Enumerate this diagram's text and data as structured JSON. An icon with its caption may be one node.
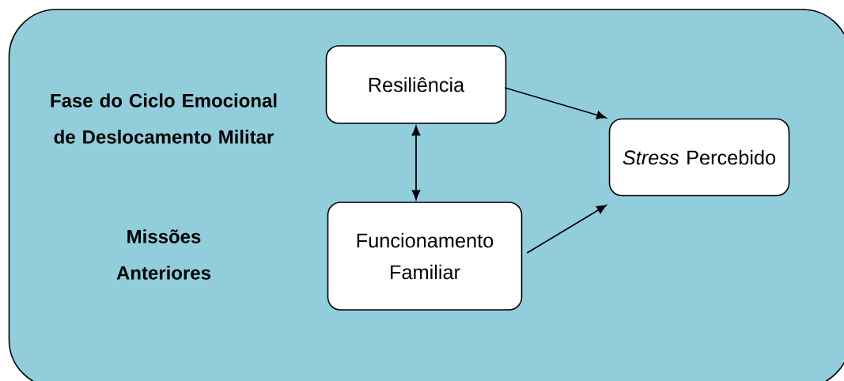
{
  "diagram": {
    "nodes": [
      {
        "text": [],
        "shape": "box"
      },
      {
        "text": [
          "Resiliência"
        ],
        "in": 0
      },
      {
        "text": [
          "*Stress* Percebido"
        ],
        "in": 0
      },
      {
        "text": [
          "Funcionamento Familiar"
        ],
        "in": 0
      }
    ],
    "edges": [
      {
        "from": 1,
        "to": 2,
        "arrow": "to"
      },
      {
        "from": 1,
        "to": 3,
        "arrow": "both"
      },
      {
        "from": 3,
        "to": 2,
        "arrow": "to"
      }
    ],
    "labels": [
      "Fase do Ciclo Emocional de Deslocamento Militar",
      "Missões Anteriores"
    ]
  }
}
